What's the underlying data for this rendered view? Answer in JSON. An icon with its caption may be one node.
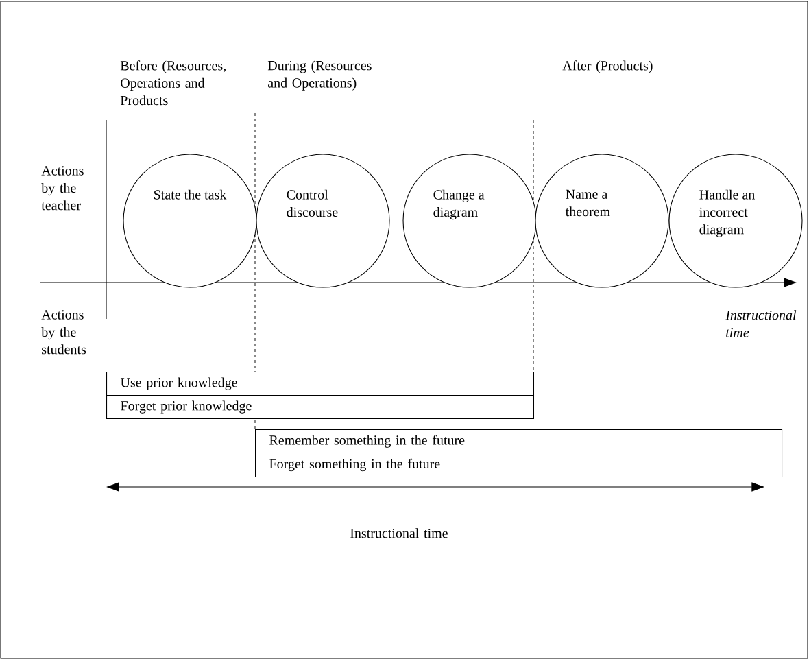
{
  "diagram": {
    "nodes": [
      {
        "text": [
          "State the task"
        ]
      },
      {
        "text": [
          "Control discourse"
        ]
      },
      {
        "text": [
          "Change a diagram"
        ]
      },
      {
        "text": [
          "Name a theorem"
        ]
      },
      {
        "text": [
          "Handle an incorrect diagram"
        ]
      },
      {
        "text": [
          "Use prior knowledge"
        ]
      },
      {
        "text": [
          "Forget prior knowledge"
        ]
      },
      {
        "text": [
          "Remember something in the future"
        ]
      },
      {
        "text": [
          "Forget something in the future"
        ]
      }
    ],
    "labels": [
      "Before (Resources, Operations and Products",
      "During (Resources and Operations)",
      "After (Products)",
      "Actions by the teacher",
      "Actions by the students",
      "Instructional time",
      "Instructional time"
    ]
  }
}
